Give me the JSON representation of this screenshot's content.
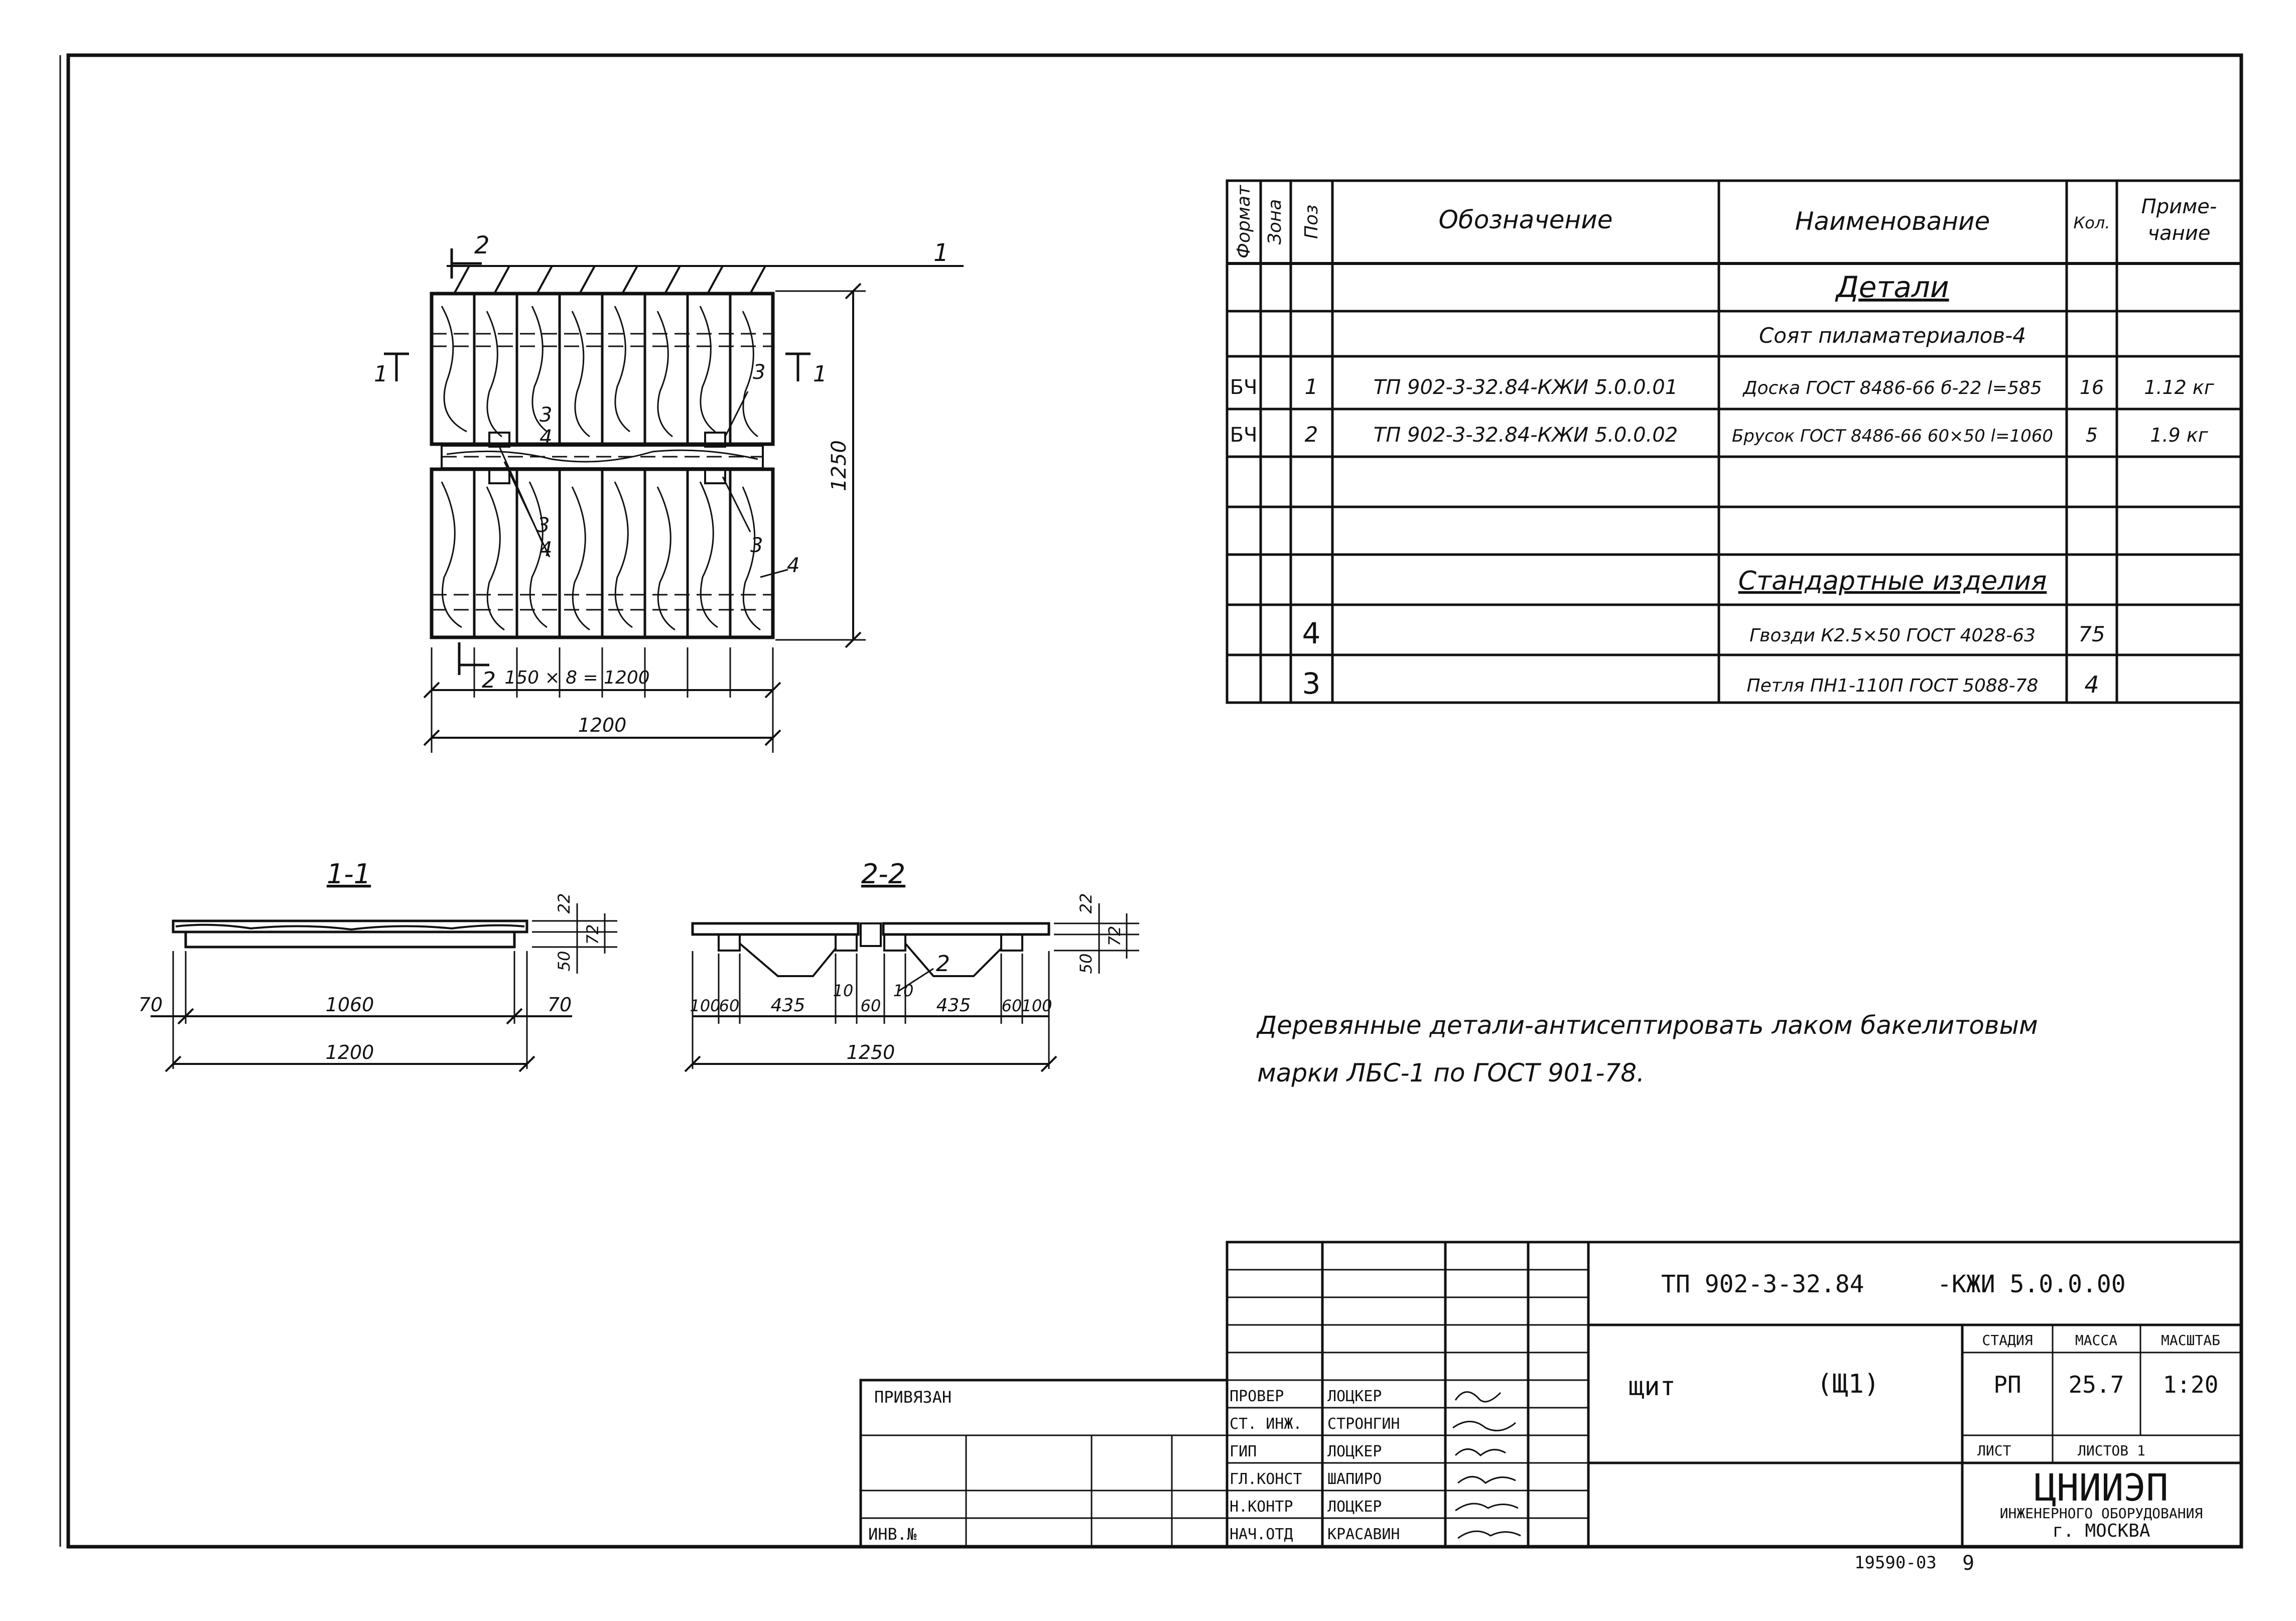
{
  "spec": {
    "headers": {
      "format": "Формат",
      "zone": "Зона",
      "pos": "Поз",
      "designation": "Обозначение",
      "name": "Наименование",
      "qty": "Кол.",
      "note1": "Приме-",
      "note2": "чание"
    },
    "section_details": "Детали",
    "subsection": "Соят пиламатериалов-4",
    "rows": [
      {
        "format": "БЧ",
        "pos": "1",
        "designation": "ТП 902-3-32.84-КЖИ 5.0.0.01",
        "name": "Доска ГОСТ 8486-66 б-22 l=585",
        "qty": "16",
        "note": "1.12 кг"
      },
      {
        "format": "БЧ",
        "pos": "2",
        "designation": "ТП 902-3-32.84-КЖИ 5.0.0.02",
        "name": "Брусок ГОСТ 8486-66 60×50 l=1060",
        "qty": "5",
        "note": "1.9 кг"
      }
    ],
    "section_standard": "Стандартные изделия",
    "std_rows": [
      {
        "pos": "4",
        "name": "Гвозди К2.5×50 ГОСТ 4028-63",
        "qty": "75"
      },
      {
        "pos": "3",
        "name": "Петля ПН1-110П ГОСТ 5088-78",
        "qty": "4"
      }
    ]
  },
  "drawing": {
    "plan": {
      "callout_1": "1",
      "callout_2": "2",
      "dim_total": "1200",
      "dim_step": "150 × 8 = 1200",
      "dim_height": "1250",
      "sec_left": "1",
      "sec_right": "1",
      "sec_bot": "2",
      "pos_labels": [
        "3",
        "4",
        "3",
        "3",
        "4",
        "3",
        "4"
      ]
    },
    "section_11": {
      "title": "1-1",
      "dim_inner": "1060",
      "dim_total": "1200",
      "dim_left": "70",
      "dim_right": "70",
      "dim_22": "22",
      "dim_72": "72",
      "dim_50": "50"
    },
    "section_22": {
      "title": "2-2",
      "d_100": "100",
      "d_60a": "60",
      "d_435a": "435",
      "d_60b": "60",
      "d_435b": "435",
      "d_60c": "60",
      "d_100b": "100",
      "d_10a": "10",
      "d_10b": "10",
      "dim_total": "1250",
      "pos": "2",
      "dim_22": "22",
      "dim_72": "72",
      "dim_50": "50"
    }
  },
  "note": {
    "line1": "Деревянные детали-антисептировать лаком бакелитовым",
    "line2": "марки ЛБС-1 по ГОСТ 901-78."
  },
  "title_block": {
    "doc_code": "ТП 902-3-32.84",
    "doc_suffix": "-КЖИ 5.0.0.00",
    "object_name": "щит",
    "object_mark": "(Щ1)",
    "stage_h": "СТАДИЯ",
    "mass_h": "МАССА",
    "scale_h": "МАСШТАБ",
    "stage": "РП",
    "mass": "25.7",
    "scale": "1:20",
    "sheet_h": "ЛИСТ",
    "sheets_h": "ЛИСТОВ 1",
    "org1": "ЦНИИЭП",
    "org2": "ИНЖЕНЕРНОГО ОБОРУДОВАНИЯ",
    "org3": "г. МОСКВА",
    "bound": "ПРИВЯЗАН",
    "inv": "ИНВ.№",
    "roles": [
      {
        "role": "ПРОВЕР",
        "name": "ЛОЦКЕР"
      },
      {
        "role": "СТ. ИНЖ.",
        "name": "СТРОНГИН"
      },
      {
        "role": "ГИП",
        "name": "ЛОЦКЕР"
      },
      {
        "role": "ГЛ.КОНСТ",
        "name": "ШАПИРО"
      },
      {
        "role": "Н.КОНТР",
        "name": "ЛОЦКЕР"
      },
      {
        "role": "НАЧ.ОТД",
        "name": "КРАСАВИН"
      }
    ],
    "archive": "19590-03",
    "page": "9"
  }
}
